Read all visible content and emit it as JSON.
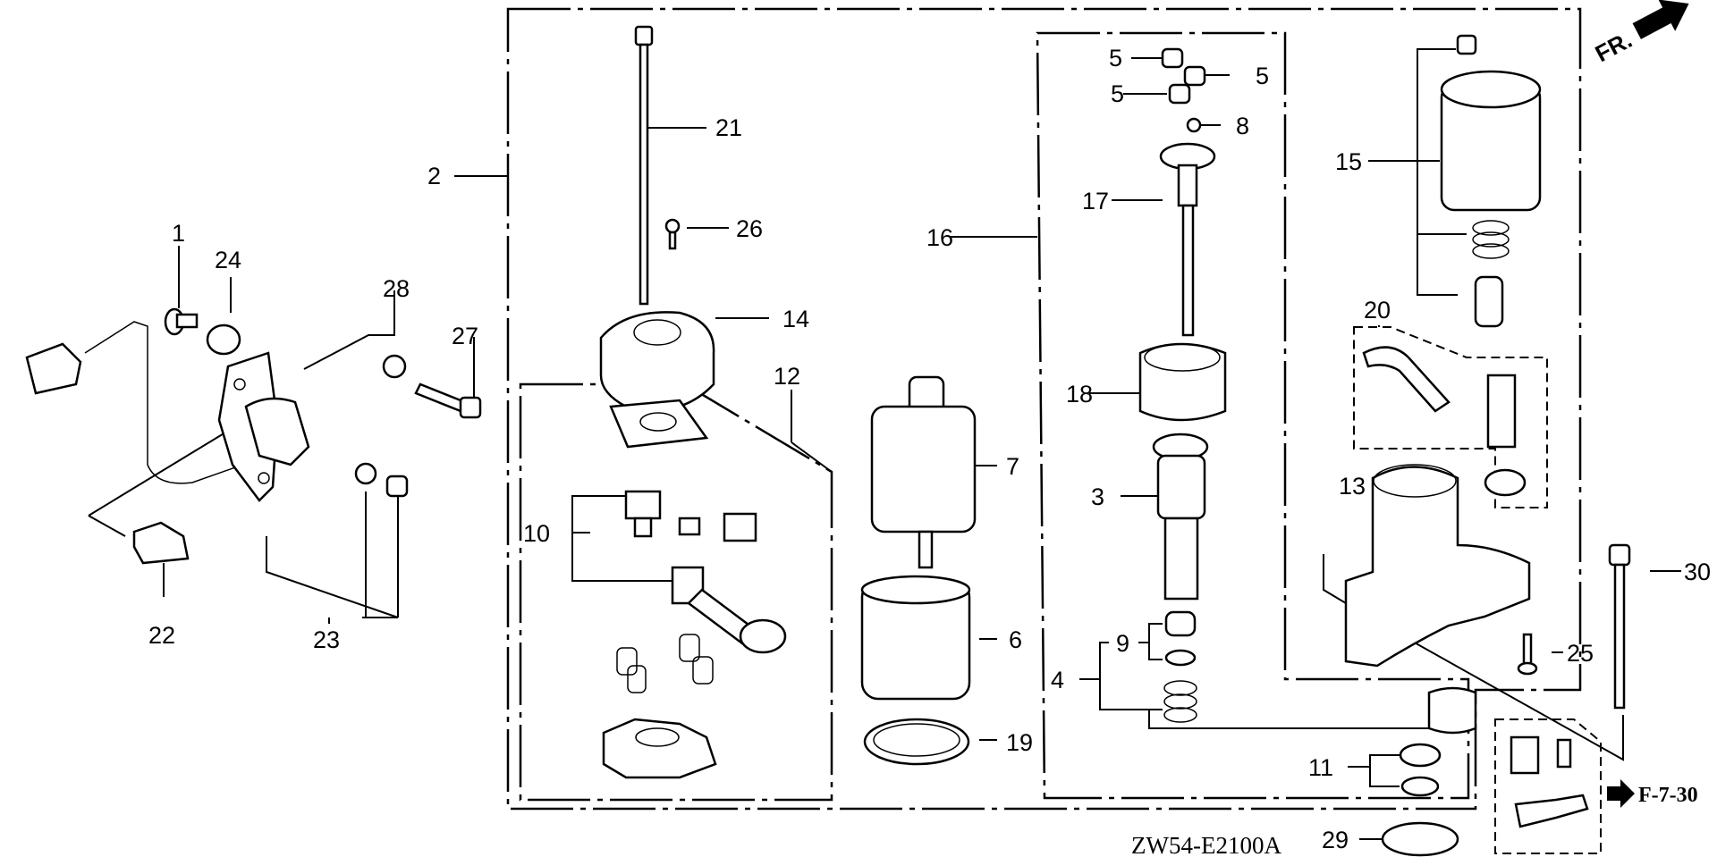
{
  "diagram": {
    "title_code": "ZW54-E2100A",
    "direction_label": "FR.",
    "reference_label": "F-7-30",
    "callouts": [
      {
        "id": "1",
        "label": "1"
      },
      {
        "id": "2",
        "label": "2"
      },
      {
        "id": "3",
        "label": "3"
      },
      {
        "id": "4",
        "label": "4"
      },
      {
        "id": "5a",
        "label": "5"
      },
      {
        "id": "5b",
        "label": "5"
      },
      {
        "id": "5c",
        "label": "5"
      },
      {
        "id": "6",
        "label": "6"
      },
      {
        "id": "7",
        "label": "7"
      },
      {
        "id": "8",
        "label": "8"
      },
      {
        "id": "9",
        "label": "9"
      },
      {
        "id": "10",
        "label": "10"
      },
      {
        "id": "11",
        "label": "11"
      },
      {
        "id": "12",
        "label": "12"
      },
      {
        "id": "13",
        "label": "13"
      },
      {
        "id": "14",
        "label": "14"
      },
      {
        "id": "15",
        "label": "15"
      },
      {
        "id": "16",
        "label": "16"
      },
      {
        "id": "17",
        "label": "17"
      },
      {
        "id": "18",
        "label": "18"
      },
      {
        "id": "19",
        "label": "19"
      },
      {
        "id": "20",
        "label": "20"
      },
      {
        "id": "21",
        "label": "21"
      },
      {
        "id": "22",
        "label": "22"
      },
      {
        "id": "23",
        "label": "23"
      },
      {
        "id": "24",
        "label": "24"
      },
      {
        "id": "25",
        "label": "25"
      },
      {
        "id": "26",
        "label": "26"
      },
      {
        "id": "27",
        "label": "27"
      },
      {
        "id": "28",
        "label": "28"
      },
      {
        "id": "29",
        "label": "29"
      },
      {
        "id": "30",
        "label": "30"
      }
    ]
  }
}
